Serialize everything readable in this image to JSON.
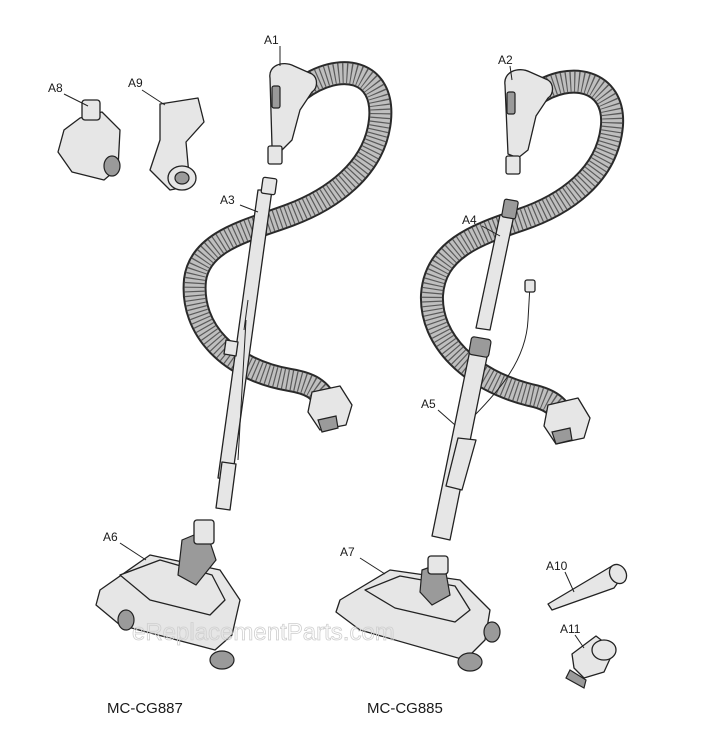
{
  "labels": {
    "a1": "A1",
    "a2": "A2",
    "a3": "A3",
    "a4": "A4",
    "a5": "A5",
    "a6": "A6",
    "a7": "A7",
    "a8": "A8",
    "a9": "A9",
    "a10": "A10",
    "a11": "A11"
  },
  "models": {
    "left": "MC-CG887",
    "right": "MC-CG885"
  },
  "watermark": "eReplacementParts.com"
}
